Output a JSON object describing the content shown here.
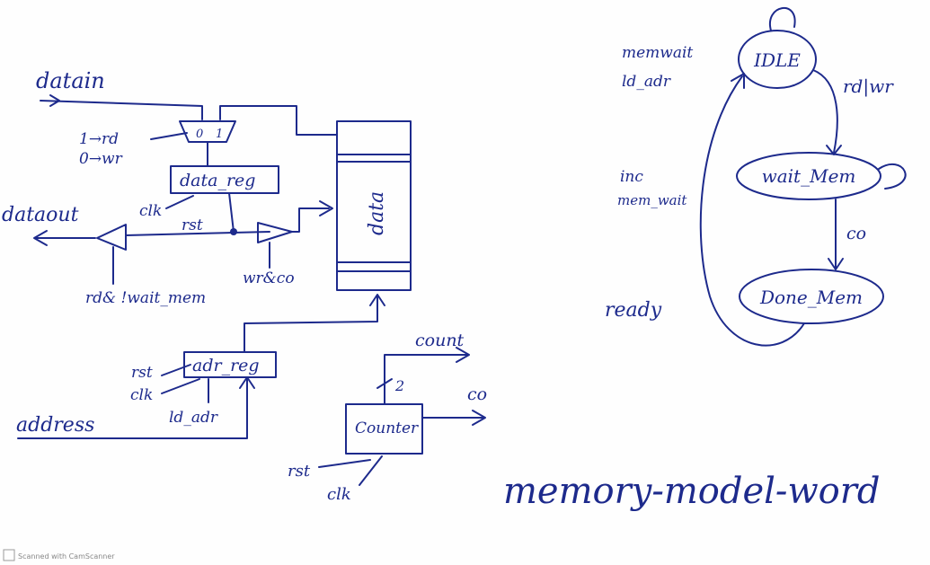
{
  "title": "memory-model-word",
  "labels": {
    "datain": "datain",
    "one_rd": "1→rd",
    "zero_wr": "0→wr",
    "mux_0": "0",
    "mux_1": "1",
    "data_reg": "data_reg",
    "clk_data": "clk",
    "rst_data": "rst",
    "dataout": "dataout",
    "rd_not_wait": "rd& !wait_mem",
    "wr_co": "wr&co",
    "memory": "data",
    "adr_reg": "adr_reg",
    "rst_adr": "rst",
    "clk_adr": "clk",
    "ld_adr": "ld_adr",
    "address": "address",
    "count": "count",
    "bits_2": "2",
    "co": "co",
    "counter": "Counter",
    "rst_counter": "rst",
    "clk_counter": "clk"
  },
  "states": {
    "idle": "IDLE",
    "wait_mem": "wait_Mem",
    "done_mem": "Done_Mem"
  },
  "transitions": {
    "rd_wr": "rd|wr",
    "co": "co",
    "ready": "ready"
  },
  "outputs": {
    "idle_1": "memwait",
    "idle_2": "ld_adr",
    "wait_1": "inc",
    "wait_2": "mem_wait"
  },
  "footer": "Scanned with CamScanner"
}
